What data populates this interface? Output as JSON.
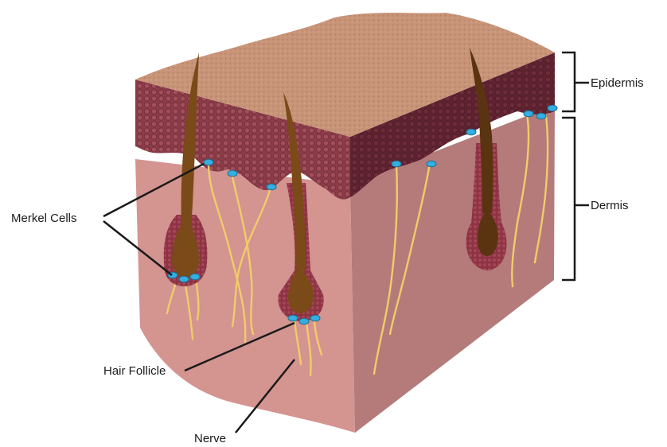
{
  "labels": {
    "epidermis": "Epidermis",
    "dermis": "Dermis",
    "merkel_cells": "Merkel Cells",
    "hair_follicle": "Hair Follicle",
    "nerve": "Nerve"
  },
  "colors": {
    "surface_top": "#c89478",
    "epidermis_front": "#8a3c48",
    "epidermis_side": "#6a2a36",
    "dermis_front": "#d49490",
    "dermis_side": "#b47b7a",
    "hair_shaft": "#7a4a18",
    "follicle_sheath": "#8c3344",
    "merkel_cell": "#35aee0",
    "nerve": "#f0cc6a",
    "leader_line": "#1a1a1a"
  }
}
